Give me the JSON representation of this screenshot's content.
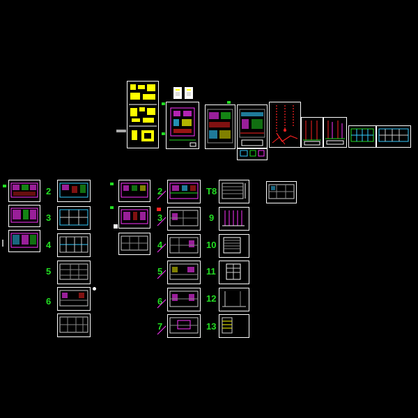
{
  "drawing": {
    "background": "#000000",
    "frame_color": "#ffffff",
    "label_color": "#22dd22",
    "accent_yellow": "#ffff00",
    "accent_magenta": "#ff33ff",
    "accent_red": "#ff2222",
    "accent_cyan": "#33ccff"
  },
  "labels": {
    "col_a": [
      "2",
      "3",
      "4",
      "5",
      "6"
    ],
    "col_b": [
      "2",
      "3",
      "4",
      "5",
      "6",
      "7"
    ],
    "col_c": [
      "T8",
      "9",
      "10",
      "11",
      "12",
      "13"
    ]
  }
}
